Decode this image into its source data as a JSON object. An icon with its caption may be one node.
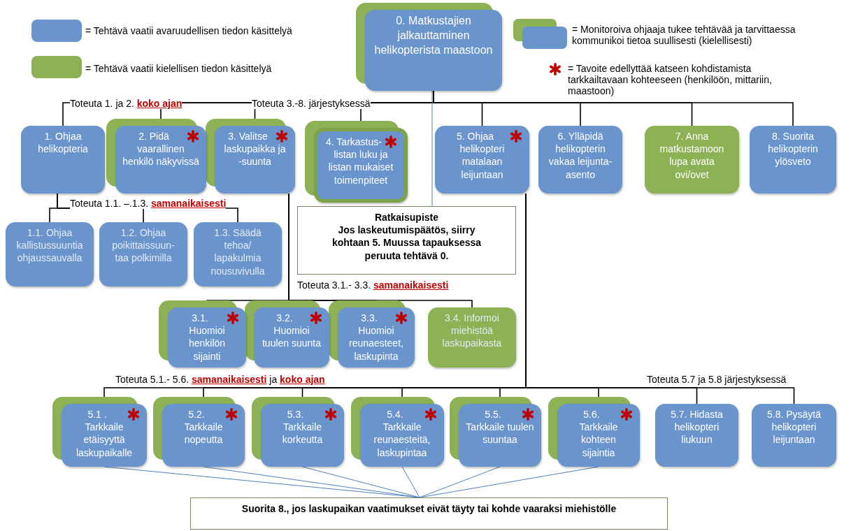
{
  "diagram": {
    "nodes": [
      {
        "text": [
          "0. Matkustajien jalkauttaminen helikopterista maastoon"
        ]
      },
      {
        "text": [
          "1. Ohjaa helikopteria"
        ]
      },
      {
        "text": [
          "2. Pidä vaarallinen henkilö näkyvissä"
        ]
      },
      {
        "text": [
          "3. Valitse laskupaikka ja -suunta"
        ]
      },
      {
        "text": [
          "4. Tarkastus-listan luku ja listan mukaiset toimenpiteet"
        ]
      },
      {
        "text": [
          "5. Ohjaa helikopteri matalaan leijuntaan"
        ]
      },
      {
        "text": [
          "6. Ylläpidä helikopterin vakaa leijunta-asento"
        ]
      },
      {
        "text": [
          "7. Anna matkustamoon lupa avata ovi/ovet"
        ]
      },
      {
        "text": [
          "8. Suorita helikopterin ylösveto"
        ]
      },
      {
        "text": [
          "1.1. Ohjaa kallistussuuntia ohjaussauvalla"
        ]
      },
      {
        "text": [
          "1.2. Ohjaa poikittaissuun-taa polkimilla"
        ]
      },
      {
        "text": [
          "1.3. Säädä tehoa/ lapakulmia nousuvivulla"
        ]
      },
      {
        "text": [
          "Ratkaisupiste",
          "Jos laskeutumispäätös, siirry kohtaan 5. Muussa tapauksessa peruuta tehtävä 0."
        ]
      },
      {
        "text": [
          "3.1. Huomioi henkilön sijainti"
        ]
      },
      {
        "text": [
          "3.2. Huomioi tuulen suunta"
        ]
      },
      {
        "text": [
          "3.3. Huomioi reunaesteet, laskupinta"
        ]
      },
      {
        "text": [
          "3.4. Informoi miehistöä laskupaikasta"
        ]
      },
      {
        "text": [
          "5.1 . Tarkkaile etäisyyttä laskupaikalle"
        ]
      },
      {
        "text": [
          "5.2. Tarkkaile nopeutta"
        ]
      },
      {
        "text": [
          "5.3. Tarkkaile korkeutta"
        ]
      },
      {
        "text": [
          "5.4. Tarkkaile reunaesteitä, laskupintaa"
        ]
      },
      {
        "text": [
          "5.5. Tarkkaile tuulen suuntaa"
        ]
      },
      {
        "text": [
          "5.6. Tarkkaile kohteen sijaintia"
        ]
      },
      {
        "text": [
          "5.7. Hidasta helikopteri liukuun"
        ]
      },
      {
        "text": [
          "5.8. Pysäytä helikopteri leijuntaan"
        ]
      },
      {
        "text": [
          "Suorita 8., jos laskupaikan vaatimukset eivät täyty tai kohde vaaraksi miehistölle"
        ]
      }
    ],
    "edges": [
      {
        "from": 0,
        "to": 1,
        "arrow": "none"
      },
      {
        "from": 0,
        "to": 2,
        "arrow": "none"
      },
      {
        "from": 0,
        "to": 3,
        "arrow": "none"
      },
      {
        "from": 0,
        "to": 4,
        "arrow": "none"
      },
      {
        "from": 0,
        "to": 5,
        "arrow": "none"
      },
      {
        "from": 0,
        "to": 6,
        "arrow": "none"
      },
      {
        "from": 0,
        "to": 7,
        "arrow": "none"
      },
      {
        "from": 0,
        "to": 8,
        "arrow": "none"
      },
      {
        "from": 1,
        "to": 9,
        "arrow": "none"
      },
      {
        "from": 1,
        "to": 10,
        "arrow": "none"
      },
      {
        "from": 1,
        "to": 11,
        "arrow": "none"
      },
      {
        "from": 3,
        "to": 13,
        "arrow": "none"
      },
      {
        "from": 3,
        "to": 14,
        "arrow": "none"
      },
      {
        "from": 3,
        "to": 15,
        "arrow": "none"
      },
      {
        "from": 3,
        "to": 16,
        "arrow": "none"
      },
      {
        "from": 5,
        "to": 17,
        "arrow": "none"
      },
      {
        "from": 5,
        "to": 18,
        "arrow": "none"
      },
      {
        "from": 5,
        "to": 19,
        "arrow": "none"
      },
      {
        "from": 5,
        "to": 20,
        "arrow": "none"
      },
      {
        "from": 5,
        "to": 21,
        "arrow": "none"
      },
      {
        "from": 5,
        "to": 22,
        "arrow": "none"
      },
      {
        "from": 5,
        "to": 23,
        "arrow": "none"
      },
      {
        "from": 5,
        "to": 24,
        "arrow": "none"
      },
      {
        "from": 0,
        "to": 12,
        "arrow": "none",
        "color": "#4f81bd"
      },
      {
        "from": 17,
        "to": 25,
        "arrow": "none",
        "color": "#4f81bd"
      },
      {
        "from": 18,
        "to": 25,
        "arrow": "none",
        "color": "#4f81bd"
      },
      {
        "from": 19,
        "to": 25,
        "arrow": "none",
        "color": "#4f81bd"
      },
      {
        "from": 20,
        "to": 25,
        "arrow": "none",
        "color": "#4f81bd"
      },
      {
        "from": 21,
        "to": 25,
        "arrow": "none",
        "color": "#4f81bd"
      },
      {
        "from": 22,
        "to": 25,
        "arrow": "none",
        "color": "#4f81bd"
      }
    ],
    "labels": [
      "Toteuta 1. ja 2. **koko ajan**",
      "Toteuta 3.-8. järjestyksessä",
      "Toteuta 1.1. –.1.3. **samanaikaisesti**",
      "Toteuta 3.1.- 3.3. **samanaikaisesti**",
      "Toteuta 5.1.- 5.6. **samanaikaisesti** ja **koko ajan**",
      "Toteuta 5.7 ja 5.8 järjestyksessä"
    ],
    "legend": [
      {
        "text": "= Tehtävä vaatii avaruudellisen tiedon käsittelyä",
        "color": "#6a94cc"
      },
      {
        "text": "= Tehtävä vaatii kielellisen tiedon käsittelyä",
        "color": "#8db255"
      },
      {
        "text": "= Monitoroiva ohjaaja tukee tehtävää ja tarvittaessa kommunikoi tietoa suullisesti (kielellisesti)"
      },
      {
        "text": "= Tavoite edellyttää katseen kohdistamista tarkkailtavaan kohteeseen (henkilöön, mittariin, maastoon)"
      }
    ]
  }
}
